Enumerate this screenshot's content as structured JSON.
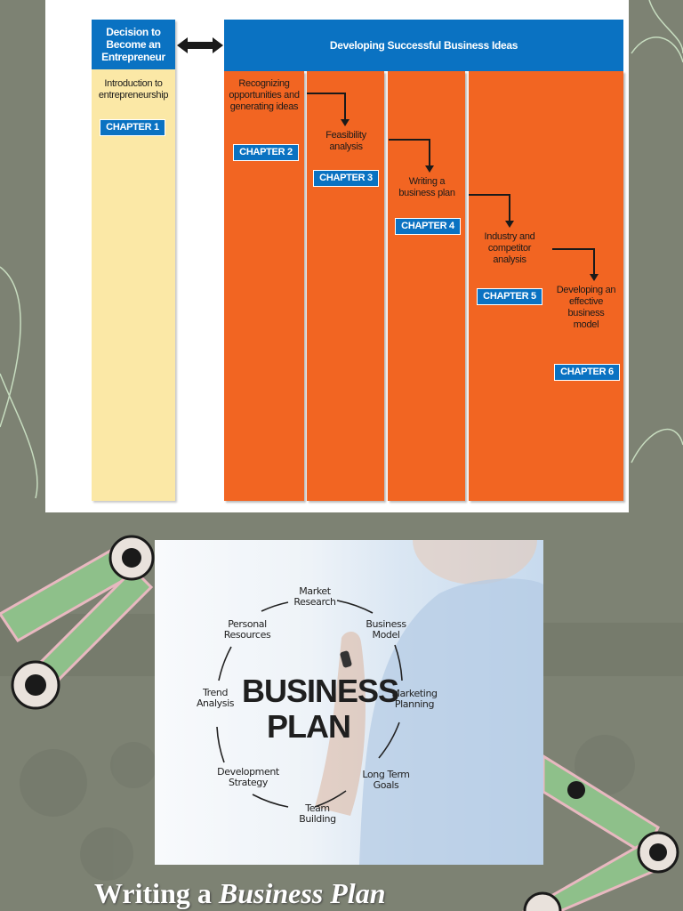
{
  "diagram": {
    "decision_header": "Decision to Become an Entrepreneur",
    "main_header": "Developing Successful Business Ideas",
    "stages": [
      {
        "label": "Introduction to entrepreneurship",
        "chapter": "CHAPTER 1"
      },
      {
        "label": "Recognizing opportunities and generating ideas",
        "chapter": "CHAPTER 2"
      },
      {
        "label": "Feasibility analysis",
        "chapter": "CHAPTER 3"
      },
      {
        "label": "Writing a business plan",
        "chapter": "CHAPTER 4"
      },
      {
        "label": "Industry and competitor analysis",
        "chapter": "CHAPTER 5"
      },
      {
        "label": "Developing an effective business model",
        "chapter": "CHAPTER 6"
      }
    ],
    "colors": {
      "blue": "#0a72c2",
      "orange": "#f26522",
      "cream": "#fbe8a6"
    }
  },
  "photo": {
    "center_line1": "BUSINESS",
    "center_line2": "PLAN",
    "cycle": [
      {
        "l1": "Market",
        "l2": "Research"
      },
      {
        "l1": "Business",
        "l2": "Model"
      },
      {
        "l1": "Marketing",
        "l2": "Planning"
      },
      {
        "l1": "Long Term",
        "l2": "Goals"
      },
      {
        "l1": "Team",
        "l2": "Building"
      },
      {
        "l1": "Development",
        "l2": "Strategy"
      },
      {
        "l1": "Trend",
        "l2": "Analysis"
      },
      {
        "l1": "Personal",
        "l2": "Resources"
      }
    ]
  },
  "footer": {
    "title_plain": "Writing a ",
    "title_italic": "Business Plan"
  }
}
